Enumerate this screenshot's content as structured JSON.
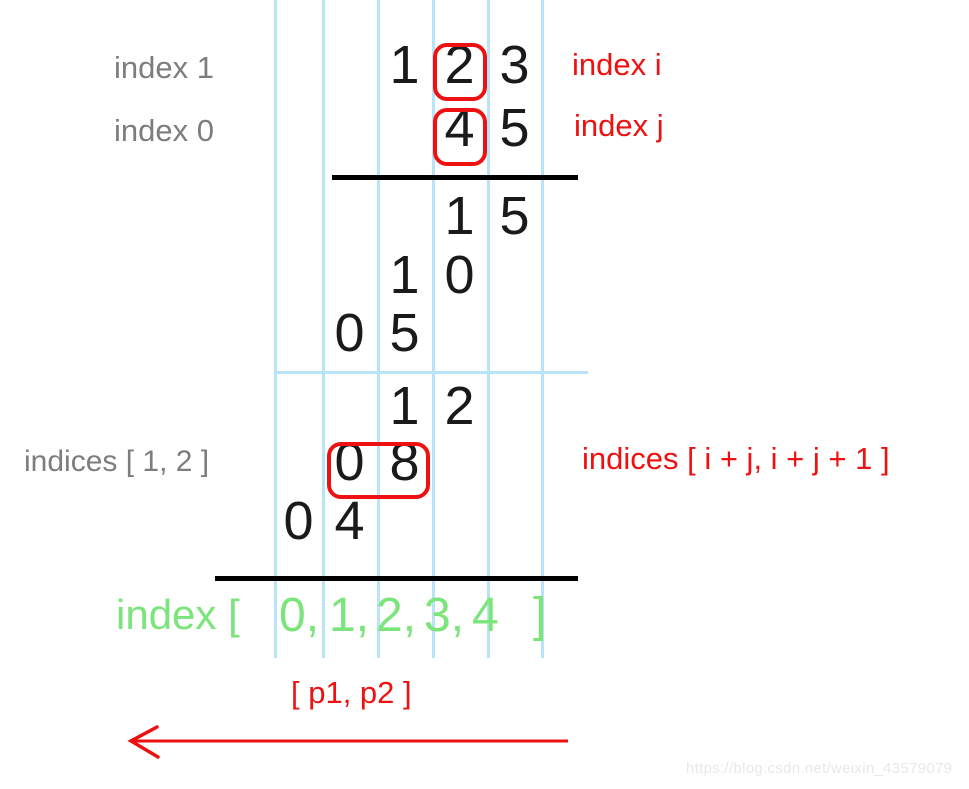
{
  "colors": {
    "grid_line_blue": "#b9e3f6",
    "red": "#ee1111",
    "gray_label": "#7d7d7d",
    "green": "#7be47b",
    "digit_black": "#1a1a1a",
    "watermark_gray": "#e8e8e8"
  },
  "labels": {
    "index_1": "index 1",
    "index_0": "index 0",
    "index_i": "index i",
    "index_j": "index j",
    "indices_left": "indices [ 1, 2 ]",
    "indices_right": "indices [ i + j, i + j + 1 ]",
    "pointer_pair": "[ p1, p2 ]"
  },
  "digits": {
    "multiplicand": [
      "1",
      "2",
      "3"
    ],
    "multiplier": [
      "4",
      "5"
    ],
    "partial_products_first": [
      [
        "1",
        "5"
      ],
      [
        "1",
        "0"
      ],
      [
        "0",
        "5"
      ]
    ],
    "partial_products_second": [
      [
        "1",
        "2"
      ],
      [
        "0",
        "8"
      ],
      [
        "0",
        "4"
      ]
    ]
  },
  "index_row": {
    "prefix": "index [",
    "items": [
      "0,",
      "1,",
      "2,",
      "3,",
      "4"
    ],
    "suffix": "]"
  },
  "watermark": "https://blog.csdn.net/weixin_43579079"
}
